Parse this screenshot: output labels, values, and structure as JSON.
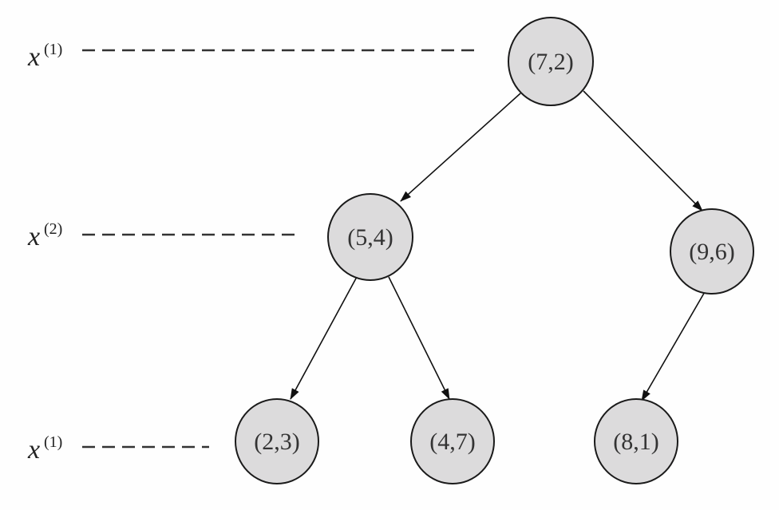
{
  "levels": [
    {
      "var": "x",
      "sup": "(1)"
    },
    {
      "var": "x",
      "sup": "(2)"
    },
    {
      "var": "x",
      "sup": "(1)"
    }
  ],
  "nodes": {
    "root": "(7,2)",
    "left": "(5,4)",
    "right": "(9,6)",
    "left_left": "(2,3)",
    "left_right": "(4,7)",
    "right_left": "(8,1)"
  },
  "colors": {
    "node_fill": "#dcdbdc",
    "stroke": "#1a1a1a"
  }
}
